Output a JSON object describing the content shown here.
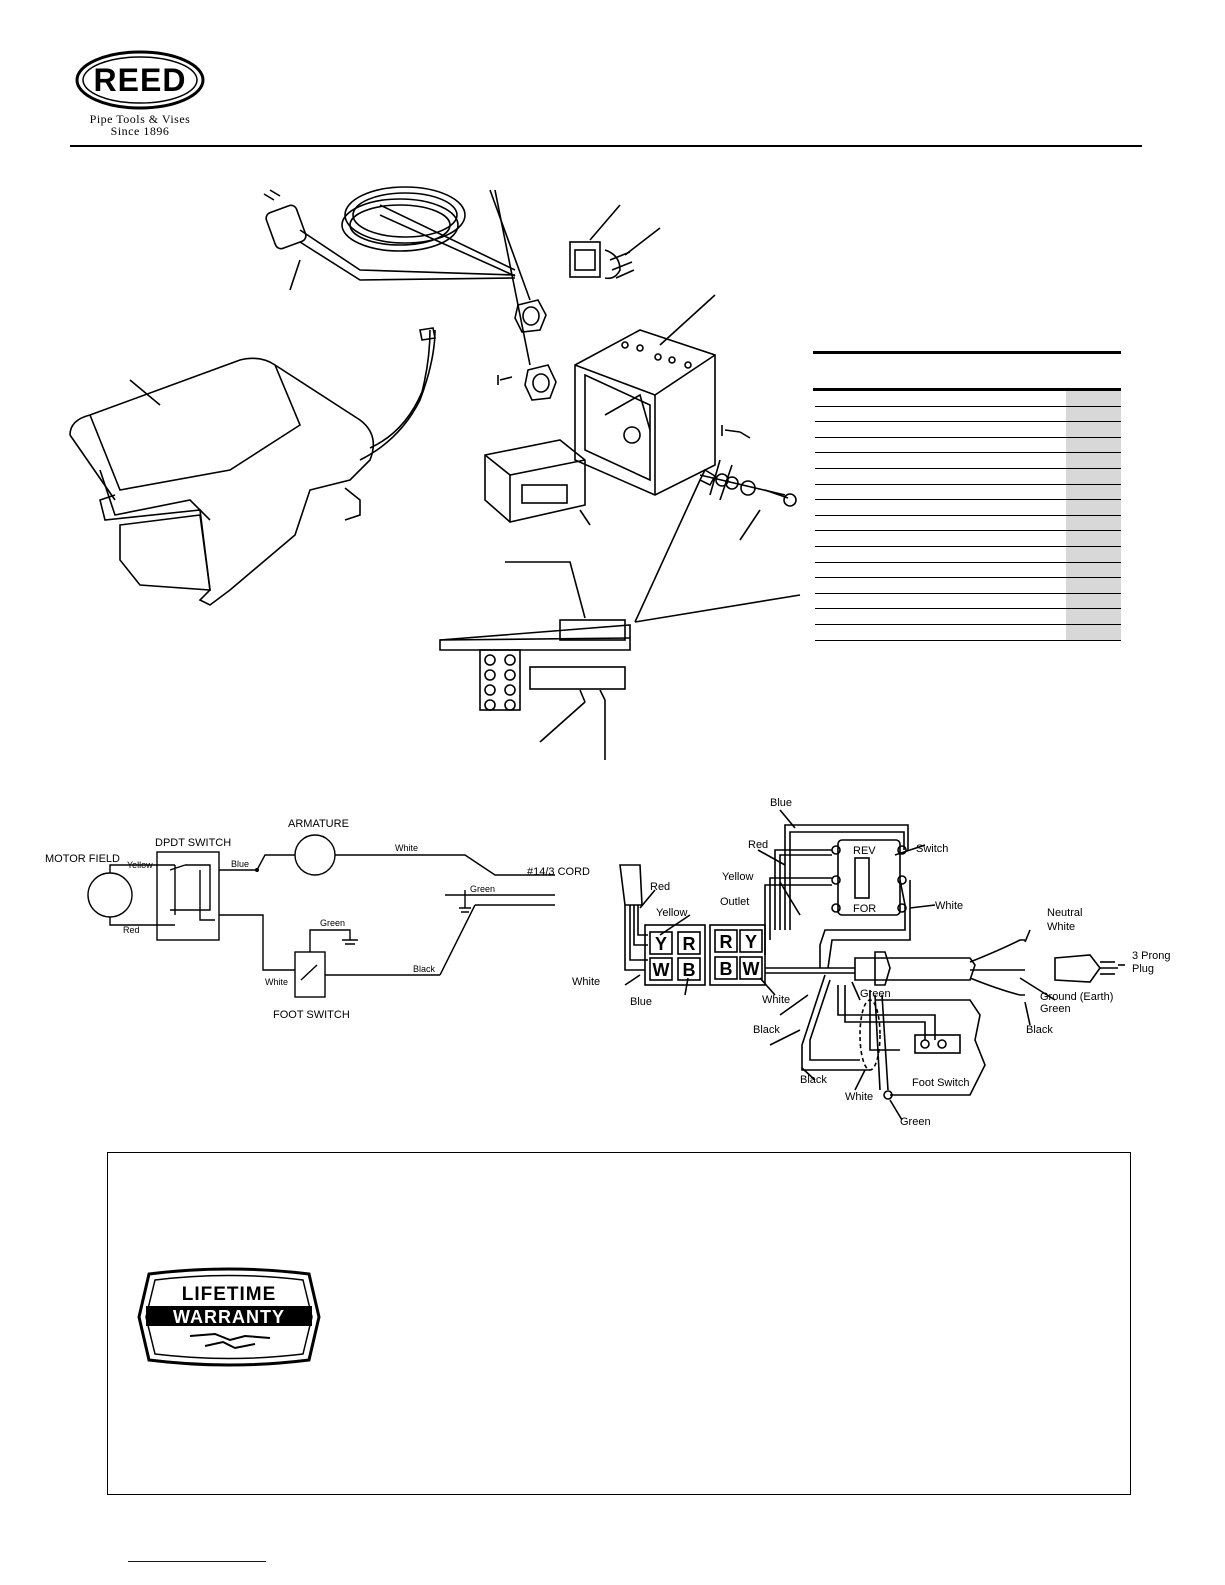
{
  "header": {
    "brand": "REED",
    "tagline_line1": "Pipe Tools & Vises",
    "tagline_line2": "Since 1896"
  },
  "schematic": {
    "motor_field": "MOTOR FIELD",
    "dpdt_switch": "DPDT SWITCH",
    "armature": "ARMATURE",
    "cord": "#14/3 CORD",
    "foot_switch": "FOOT SWITCH",
    "wires": {
      "yellow": "Yellow",
      "red": "Red",
      "blue": "Blue",
      "white": "White",
      "green": "Green",
      "black": "Black"
    }
  },
  "wiring": {
    "left_connector": {
      "red": "Red",
      "yellow": "Yellow",
      "white": "White",
      "blue": "Blue",
      "cells": [
        "Y",
        "R",
        "W",
        "B"
      ]
    },
    "outlet": {
      "label": "Outlet",
      "cells": [
        "R",
        "Y",
        "B",
        "W"
      ]
    },
    "switch": {
      "label": "Switch",
      "rev": "REV",
      "for": "FOR"
    },
    "labels": {
      "blue": "Blue",
      "red": "Red",
      "yellow": "Yellow",
      "white": "White",
      "green": "Green",
      "black": "Black",
      "neutral_white_1": "Neutral",
      "neutral_white_2": "White",
      "plug_1": "3 Prong",
      "plug_2": "Plug",
      "ground_1": "Ground (Earth)",
      "ground_2": "Green",
      "foot_switch": "Foot Switch"
    }
  },
  "warranty_badge": {
    "line1": "LIFETIME",
    "line2": "WARRANTY"
  },
  "parts_table_rows": 16
}
